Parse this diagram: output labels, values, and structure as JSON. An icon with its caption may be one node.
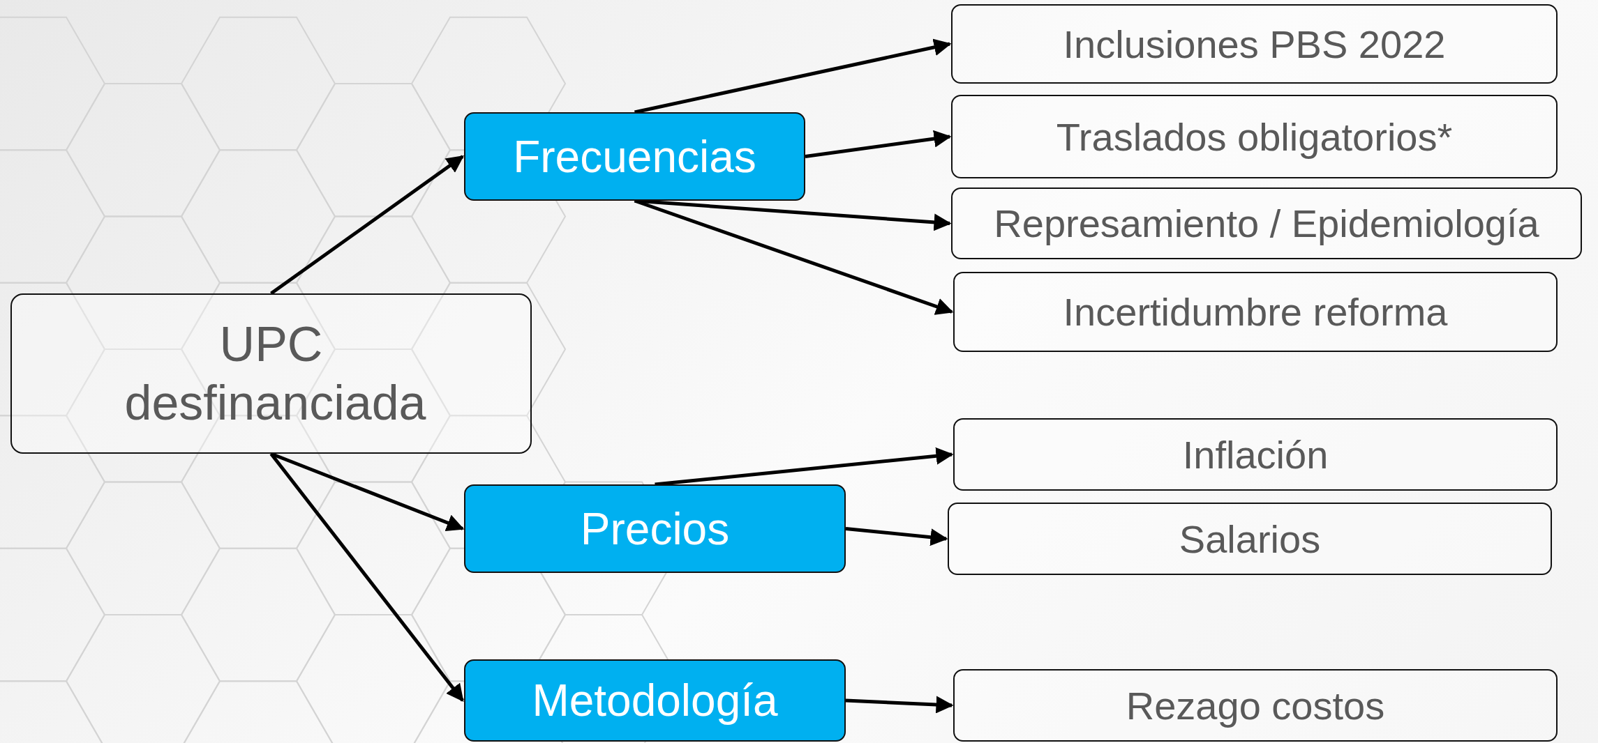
{
  "diagram": {
    "nodes": [
      {
        "text": [
          "UPC desfinanciada"
        ]
      },
      {
        "text": [
          "Frecuencias"
        ]
      },
      {
        "text": [
          "Precios"
        ]
      },
      {
        "text": [
          "Metodología"
        ]
      },
      {
        "text": [
          "Inclusiones PBS 2022"
        ]
      },
      {
        "text": [
          "Traslados obligatorios*"
        ]
      },
      {
        "text": [
          "Represamiento / Epidemiología"
        ]
      },
      {
        "text": [
          "Incertidumbre reforma"
        ]
      },
      {
        "text": [
          "Inflación"
        ]
      },
      {
        "text": [
          "Salarios"
        ]
      },
      {
        "text": [
          "Rezago costos"
        ]
      }
    ],
    "edges": [
      {
        "from": 0,
        "to": 1,
        "arrow": "to"
      },
      {
        "from": 0,
        "to": 2,
        "arrow": "to"
      },
      {
        "from": 0,
        "to": 3,
        "arrow": "to"
      },
      {
        "from": 1,
        "to": 4,
        "arrow": "to"
      },
      {
        "from": 1,
        "to": 5,
        "arrow": "to"
      },
      {
        "from": 1,
        "to": 6,
        "arrow": "to"
      },
      {
        "from": 1,
        "to": 7,
        "arrow": "to"
      },
      {
        "from": 2,
        "to": 8,
        "arrow": "to"
      },
      {
        "from": 2,
        "to": 9,
        "arrow": "to"
      },
      {
        "from": 3,
        "to": 10,
        "arrow": "to"
      }
    ]
  }
}
